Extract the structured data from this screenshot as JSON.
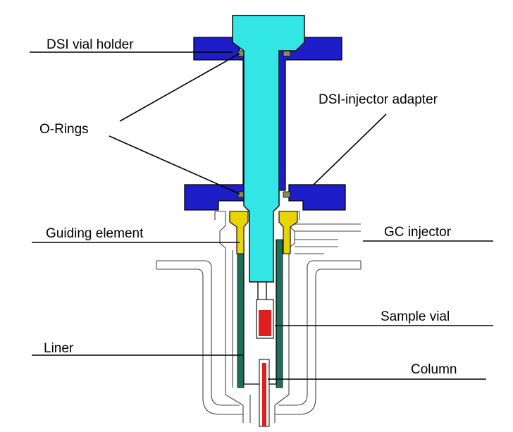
{
  "labels": {
    "vial_holder": "DSI vial holder",
    "o_rings": "O-Rings",
    "adapter": "DSI-injector adapter",
    "guiding_element": "Guiding element",
    "gc_injector": "GC injector",
    "sample_vial": "Sample vial",
    "liner": "Liner",
    "column": "Column"
  },
  "colors": {
    "holder_cap": "#33E6E6",
    "flange": "#1E1EC8",
    "guiding_element": "#E8D400",
    "liner": "#1E6E5A",
    "sample_vial": "#E02020",
    "column": "#E02020"
  }
}
